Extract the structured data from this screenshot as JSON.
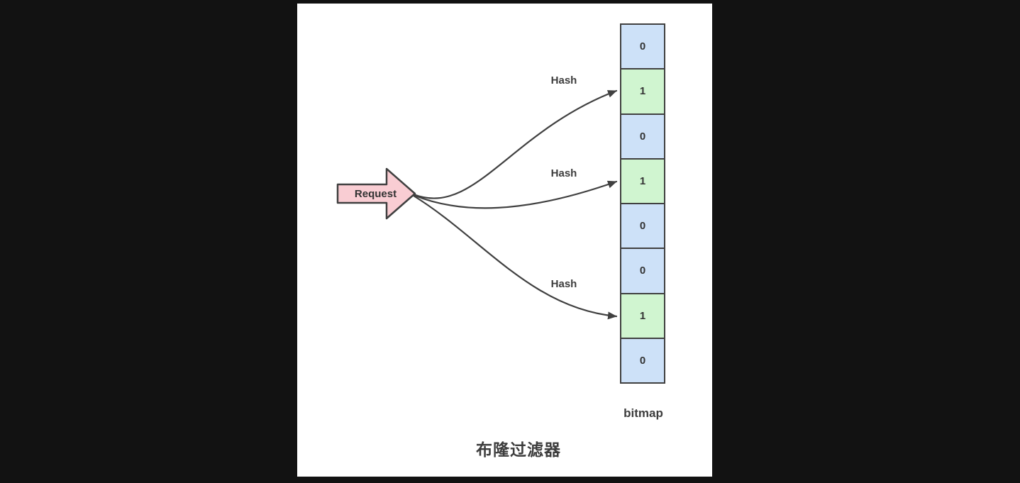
{
  "diagram": {
    "title": "布隆过滤器",
    "request_label": "Request",
    "hash_labels": [
      "Hash",
      "Hash",
      "Hash"
    ],
    "bitmap": {
      "label": "bitmap",
      "cells": [
        "0",
        "1",
        "0",
        "1",
        "0",
        "0",
        "1",
        "0"
      ]
    }
  },
  "colors": {
    "page_bg": "#121212",
    "canvas_bg": "#ffffff",
    "cell_zero_fill": "#cde1f8",
    "cell_one_fill": "#d0f5d0",
    "request_fill": "#f9cdd3",
    "stroke": "#404040",
    "text": "#3d3d3d"
  }
}
